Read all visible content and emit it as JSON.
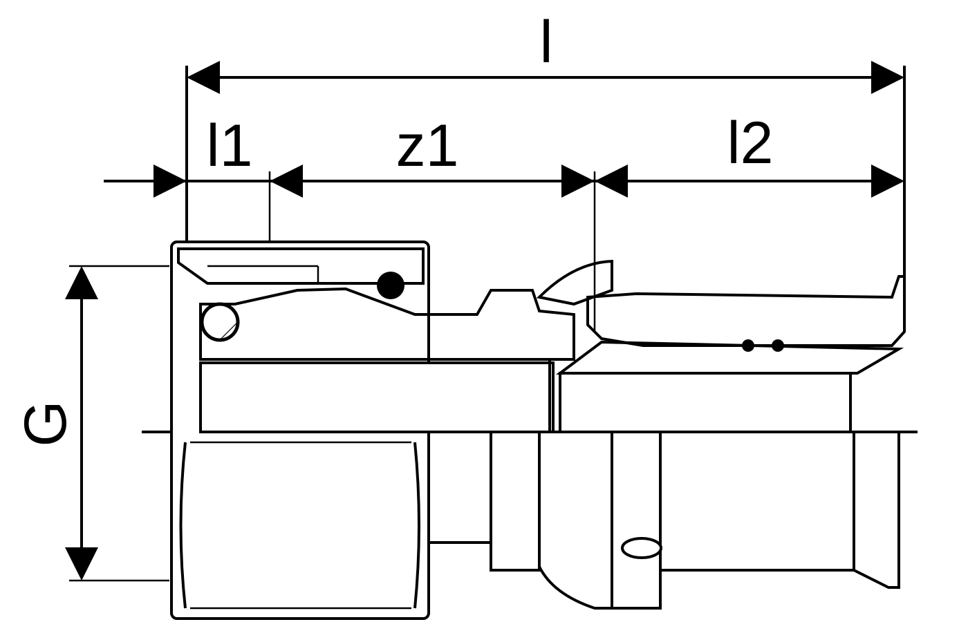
{
  "drawing": {
    "dimensions": {
      "overall_length": "l",
      "socket_length": "l1",
      "body_length": "z1",
      "pipe_length": "l2",
      "thread": "G"
    }
  }
}
